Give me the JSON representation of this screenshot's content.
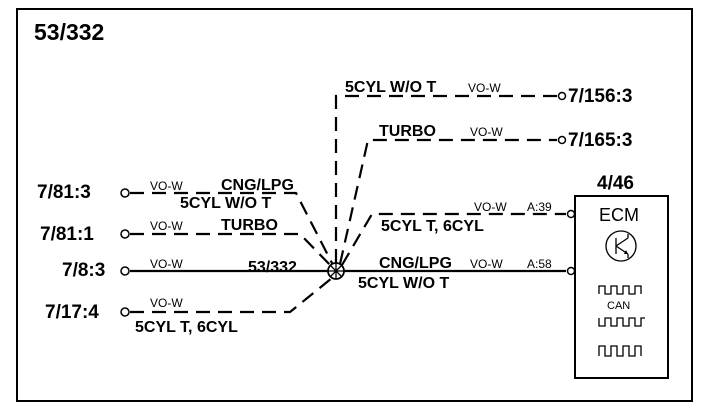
{
  "diagram": {
    "title": "53/332",
    "splice_label": "53/332",
    "connectors_left": [
      {
        "id": "7/81:3",
        "wire_color": "VO-W",
        "labels": [
          "CNG/LPG",
          "5CYL W/O T"
        ]
      },
      {
        "id": "7/81:1",
        "wire_color": "VO-W",
        "labels": [
          "TURBO"
        ]
      },
      {
        "id": "7/8:3",
        "wire_color": "VO-W",
        "labels": []
      },
      {
        "id": "7/17:4",
        "wire_color": "VO-W",
        "labels": [
          "5CYL T, 6CYL"
        ]
      }
    ],
    "connectors_top_right": [
      {
        "id": "7/156:3",
        "wire_color": "VO-W",
        "label": "5CYL W/O T"
      },
      {
        "id": "7/165:3",
        "wire_color": "VO-W",
        "label": "TURBO"
      }
    ],
    "ecm_wires": [
      {
        "wire_color": "VO-W",
        "pin": "A:39",
        "label": "5CYL T, 6CYL"
      },
      {
        "wire_color": "VO-W",
        "pin": "A:58",
        "labels": [
          "CNG/LPG",
          "5CYL W/O T"
        ]
      }
    ],
    "ecm": {
      "id": "4/46",
      "name": "ECM",
      "can_label": "CAN"
    }
  }
}
